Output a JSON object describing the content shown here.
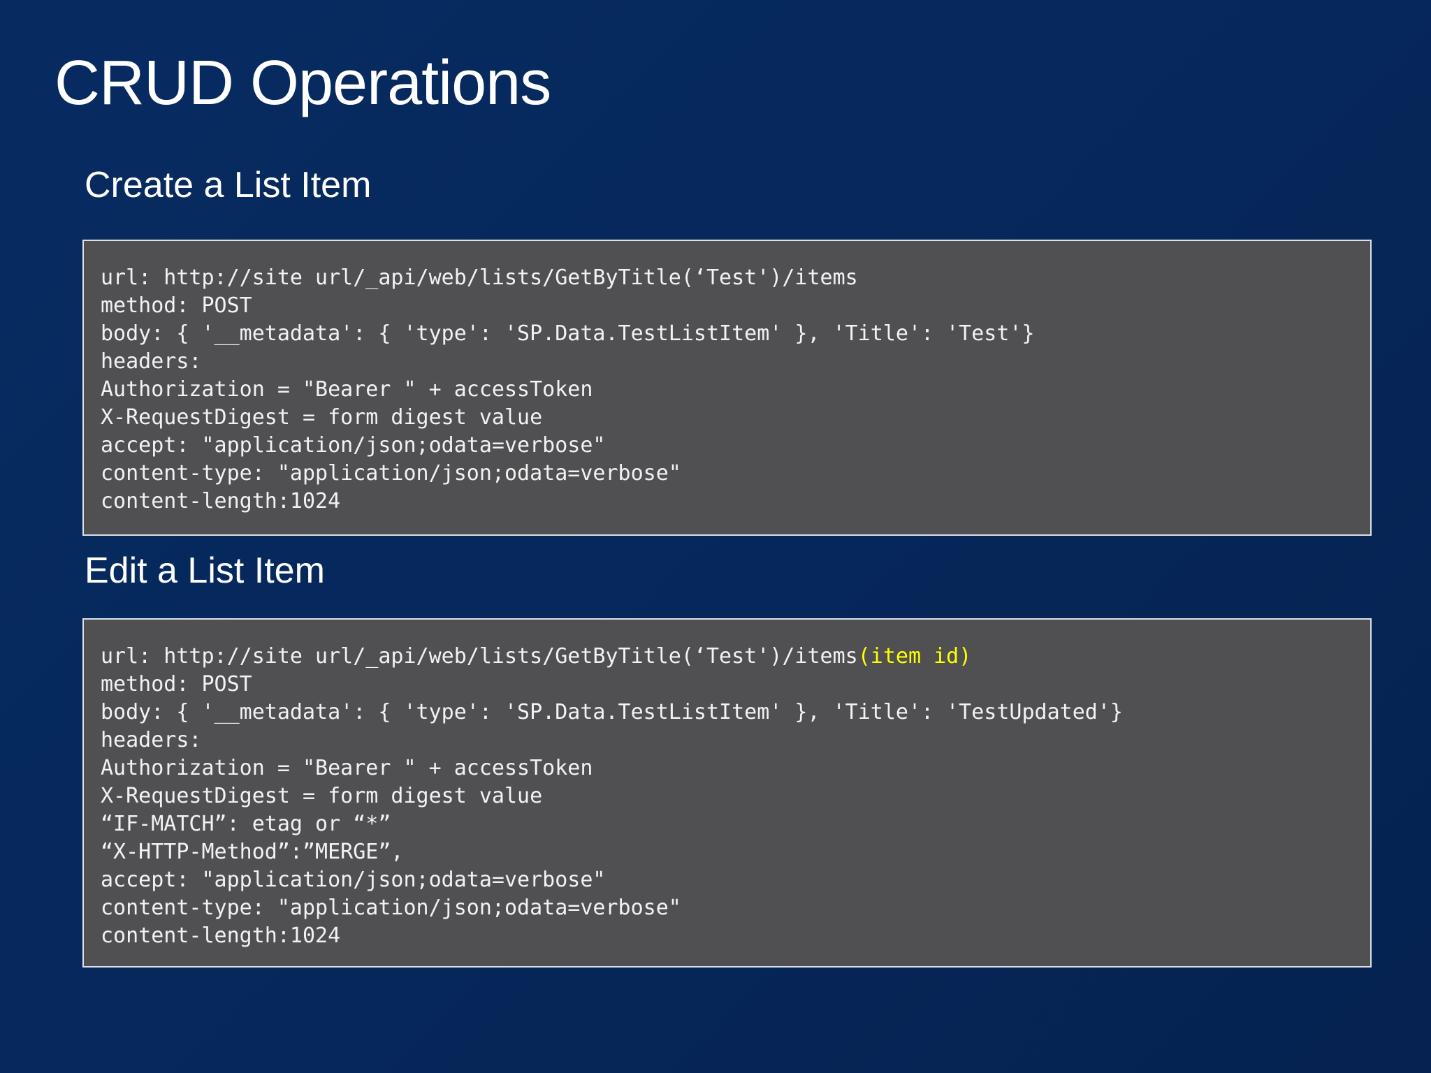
{
  "slide": {
    "title": "CRUD Operations"
  },
  "colors": {
    "background": "#06275A",
    "box_fill": "#505053",
    "box_border": "#DCE0E5",
    "code_text": "#F2F2F2",
    "heading_text": "#FFFFFF",
    "highlight": "#FFFF00"
  },
  "sections": [
    {
      "heading": "Create a List Item",
      "code_lines": [
        "url: http://site url/_api/web/lists/GetByTitle(‘Test')/items",
        "method: POST",
        "body: { '__metadata': { 'type': 'SP.Data.TestListItem' }, 'Title': 'Test'}",
        "headers:",
        "Authorization = \"Bearer \" + accessToken",
        "X-RequestDigest = form digest value",
        "accept: \"application/json;odata=verbose\"",
        "content-type: \"application/json;odata=verbose\"",
        "content-length:1024"
      ]
    },
    {
      "heading": "Edit a List Item",
      "code_lines": [
        {
          "text": "url: http://site url/_api/web/lists/GetByTitle(‘Test')/items",
          "highlight": "(item id)"
        },
        "method: POST",
        "body: { '__metadata': { 'type': 'SP.Data.TestListItem' }, 'Title': 'TestUpdated'}",
        "headers:",
        "Authorization = \"Bearer \" + accessToken",
        "X-RequestDigest = form digest value",
        "“IF-MATCH”: etag or “*”",
        "“X-HTTP-Method”:”MERGE”,",
        "accept: \"application/json;odata=verbose\"",
        "content-type: \"application/json;odata=verbose\"",
        "content-length:1024"
      ]
    }
  ]
}
